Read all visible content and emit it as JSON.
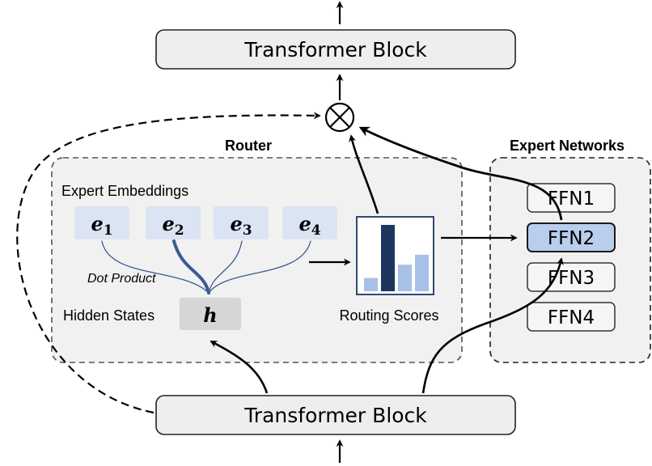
{
  "top_block": {
    "label": "Transformer Block"
  },
  "bottom_block": {
    "label": "Transformer Block"
  },
  "combine": {
    "icon": "circled-times-icon"
  },
  "router": {
    "title": "Router",
    "expert_embeddings_label": "Expert Embeddings",
    "embeddings": [
      {
        "base": "e",
        "sub": "1"
      },
      {
        "base": "e",
        "sub": "2"
      },
      {
        "base": "e",
        "sub": "3"
      },
      {
        "base": "e",
        "sub": "4"
      }
    ],
    "dot_product_label": "Dot Product",
    "hidden_states_label": "Hidden States",
    "hidden_symbol": "h",
    "routing_scores_label": "Routing Scores",
    "routing_scores": [
      0.2,
      1.0,
      0.4,
      0.55
    ]
  },
  "experts": {
    "title": "Expert Networks",
    "items": [
      {
        "label": "FFN1",
        "selected": false
      },
      {
        "label": "FFN2",
        "selected": true
      },
      {
        "label": "FFN3",
        "selected": false
      },
      {
        "label": "FFN4",
        "selected": false
      }
    ]
  },
  "colors": {
    "panel_fill": "#f1f1f1",
    "embedding_fill": "#dbe4f3",
    "hidden_fill": "#d6d6d6",
    "accent": "#3a5a92",
    "bar_dark": "#1e3560",
    "bar_light": "#a9c0e6",
    "expert_selected": "#b9cdec"
  }
}
